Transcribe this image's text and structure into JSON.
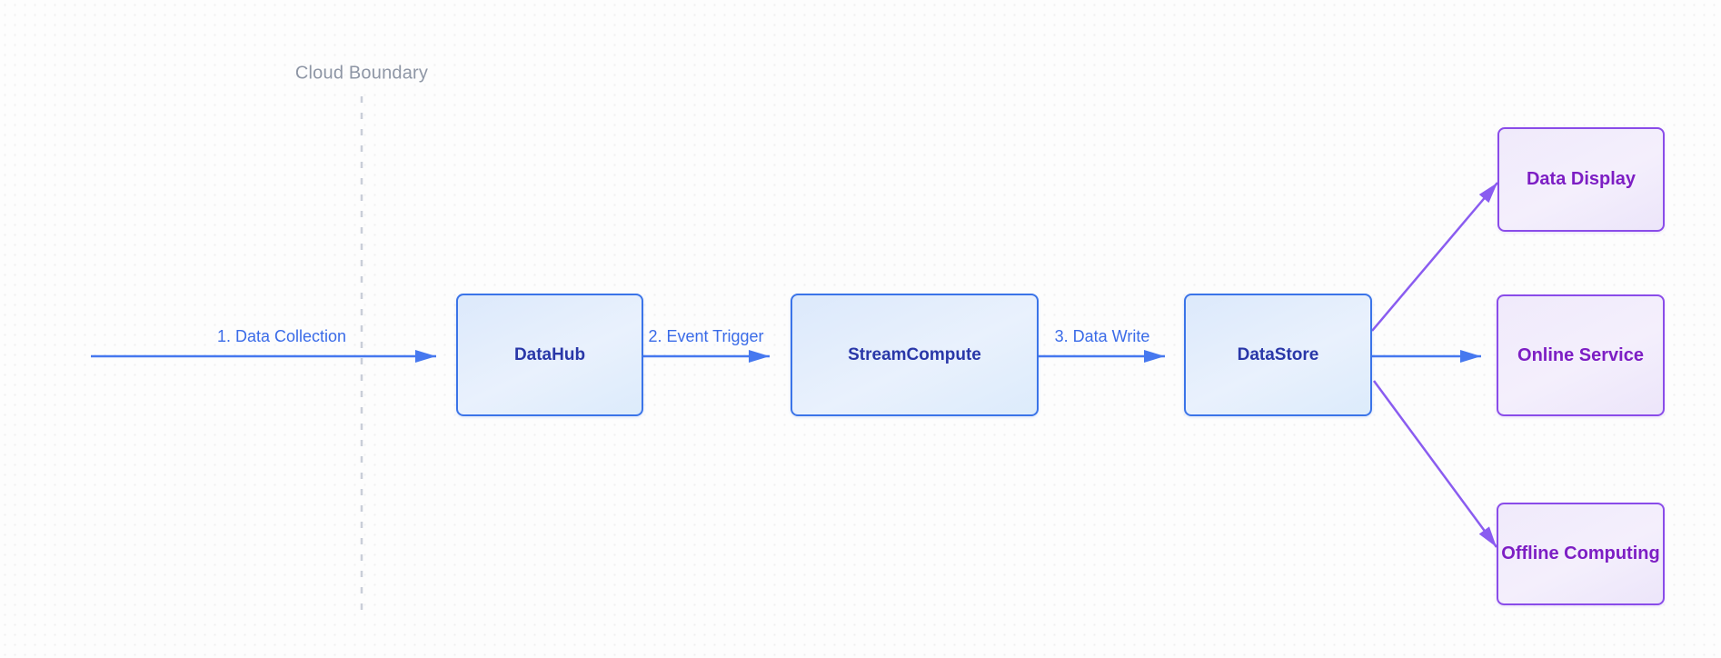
{
  "diagram": {
    "boundary": {
      "label": "Cloud Boundary"
    },
    "nodes": [
      {
        "id": "datahub",
        "label": "DataHub",
        "style": "blue"
      },
      {
        "id": "streamcompute",
        "label": "StreamCompute",
        "style": "blue"
      },
      {
        "id": "datastore",
        "label": "DataStore",
        "style": "blue"
      },
      {
        "id": "data-display",
        "label": "Data Display",
        "style": "purple"
      },
      {
        "id": "online-service",
        "label": "Online Service",
        "style": "purple"
      },
      {
        "id": "offline-computing",
        "label": "Offline Computing",
        "style": "purple"
      }
    ],
    "edges": [
      {
        "label": "1. Data Collection",
        "from": "external",
        "to": "datahub",
        "color": "blue"
      },
      {
        "label": "2. Event Trigger",
        "from": "datahub",
        "to": "streamcompute",
        "color": "blue"
      },
      {
        "label": "3. Data Write",
        "from": "streamcompute",
        "to": "datastore",
        "color": "blue"
      },
      {
        "label": "",
        "from": "datastore",
        "to": "online-service",
        "color": "blue"
      },
      {
        "label": "",
        "from": "datastore",
        "to": "data-display",
        "color": "purple"
      },
      {
        "label": "",
        "from": "datastore",
        "to": "offline-computing",
        "color": "purple"
      }
    ],
    "colors": {
      "blue_node_border": "#3b74e8",
      "blue_node_fill": "#dce9fb",
      "blue_node_text": "#2937a8",
      "purple_node_border": "#8a4ce9",
      "purple_node_fill": "#f0eafb",
      "purple_node_text": "#7d1ec4",
      "blue_arrow": "#4678ef",
      "purple_arrow": "#8a5cf0",
      "edge_label_text": "#3a6be8",
      "boundary_label_text": "#8e96a5",
      "boundary_line": "#c9ced8",
      "background": "#fdfdfd"
    }
  }
}
